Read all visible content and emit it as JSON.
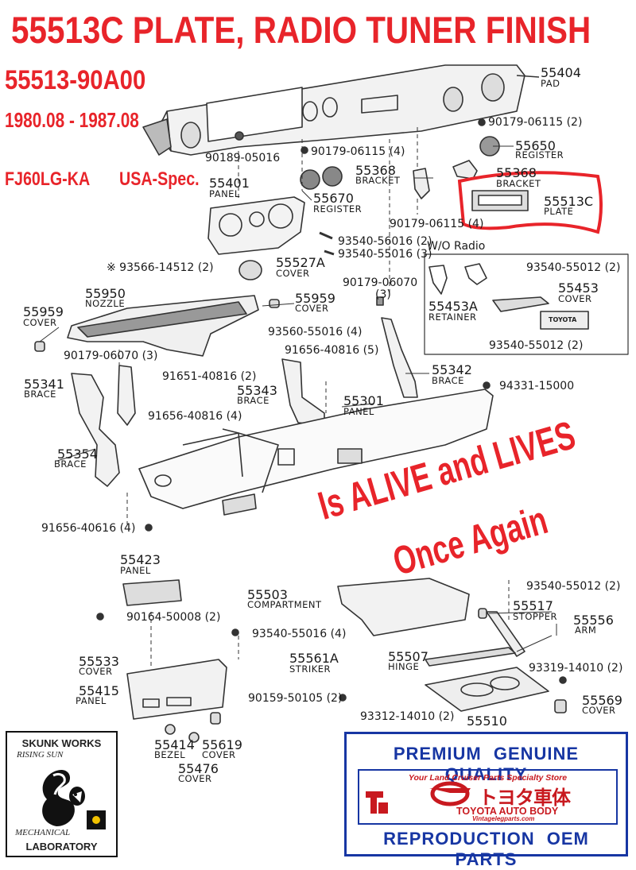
{
  "header": {
    "title": "55513C    PLATE, RADIO TUNER FINISH",
    "part_number": "55513-90A00",
    "date_range": "1980.08 - 1987.08",
    "model": "FJ60LG-KA",
    "spec": "USA-Spec."
  },
  "overlay": {
    "line1": "Is ALIVE and LIVES",
    "line2": "Once Again"
  },
  "callouts": {
    "c55404": "55404",
    "c55404d": "PAD",
    "c90179_06115a": "90179-06115 (2)",
    "c55650": "55650",
    "c55650d": "REGISTER",
    "c90189": "90189-05016",
    "c90179_06115b": "90179-06115 (4)",
    "c55368a": "55368",
    "c55368ad": "BRACKET",
    "c55368b": "55368",
    "c55368bd": "BRACKET",
    "c55401": "55401",
    "c55401d": "PANEL",
    "c55670": "55670",
    "c55670d": "REGISTER",
    "c55513c": "55513C",
    "c55513cd": "PLATE",
    "c90179_06115c": "90179-06115 (4)",
    "c93540_56016": "93540-56016 (2)",
    "c93540_55016a": "93540-55016 (3)",
    "wo_radio": "W/O Radio",
    "c93566": "※ 93566-14512 (2)",
    "c55527a": "55527A",
    "c55527ad": "COVER",
    "c93540_55012a": "93540-55012 (2)",
    "c90179_06070a": "90179-06070",
    "c90179_06070aq": "(3)",
    "c55453": "55453",
    "c55453d": "COVER",
    "c55950": "55950",
    "c55950d": "NOZZLE",
    "c55959a": "55959",
    "c55959ad": "COVER",
    "c55959b": "55959",
    "c55959bd": "COVER",
    "c55453a": "55453A",
    "c55453ad": "RETAINER",
    "toyota_badge": "TOYOTA",
    "c93560": "93560-55016 (4)",
    "c93540_55012b": "93540-55012 (2)",
    "c90179_06070b": "90179-06070 (3)",
    "c91656_40816a": "91656-40816 (5)",
    "c55342": "55342",
    "c55342d": "BRACE",
    "c55341": "55341",
    "c55341d": "BRACE",
    "c91651": "91651-40816 (2)",
    "c94331": "94331-15000",
    "c55343": "55343",
    "c55343d": "BRACE",
    "c55301": "55301",
    "c55301d": "PANEL",
    "c91656_40816b": "91656-40816 (4)",
    "c55354": "55354",
    "c55354d": "BRACE",
    "c91656_40616": "91656-40616 (4)",
    "c55423": "55423",
    "c55423d": "PANEL",
    "c55503": "55503",
    "c55503d": "COMPARTMENT",
    "c93540_55012c": "93540-55012 (2)",
    "c90164": "90164-50008 (2)",
    "c55517": "55517",
    "c55517d": "STOPPER",
    "c55556": "55556",
    "c55556d": "ARM",
    "c93540_55016b": "93540-55016 (4)",
    "c55533": "55533",
    "c55533d": "COVER",
    "c55561a": "55561A",
    "c55561ad": "STRIKER",
    "c55507": "55507",
    "c55507d": "HINGE",
    "c93319": "93319-14010 (2)",
    "c55415": "55415",
    "c55415d": "PANEL",
    "c90159": "90159-50105 (2)",
    "c93312": "93312-14010 (2)",
    "c55569": "55569",
    "c55569d": "COVER",
    "c55510": "55510",
    "c55414": "55414",
    "c55414d": "BEZEL",
    "c55619": "55619",
    "c55619d": "COVER",
    "c55476": "55476",
    "c55476d": "COVER"
  },
  "logo_skunk": {
    "line1": "SKUNK WORKS",
    "line2": "RISING SUN",
    "line3": "MECHANICAL",
    "line4": "LABORATORY"
  },
  "badge": {
    "top": "PREMIUM  GENUINE  QUALITY",
    "store": "Your Land Cruiser Parts Specialty Store",
    "jp": "トヨタ車体",
    "brand": "TOYOTA AUTO BODY",
    "website": "Vintagelegparts.com",
    "bottom": "REPRODUCTION  OEM  PARTS"
  },
  "colors": {
    "title_red": "#e8242a",
    "badge_blue": "#1736a3",
    "line_dark": "#333333"
  }
}
